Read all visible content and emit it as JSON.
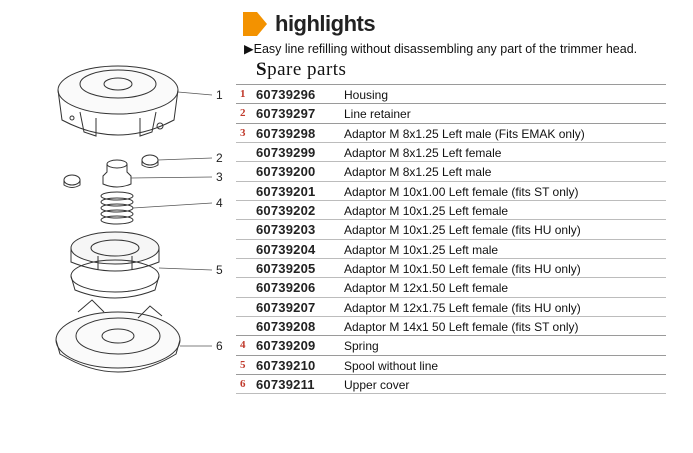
{
  "header": {
    "title": "highlights",
    "tag_color": "#f39200",
    "bullet": "▶Easy line refilling without disassembling any part of the trimmer head."
  },
  "spare_parts": {
    "title_cap": "S",
    "title_rest": "pare  parts"
  },
  "callouts": [
    "1",
    "2",
    "3",
    "4",
    "5",
    "6"
  ],
  "rows": [
    {
      "ref": "1",
      "code": "60739296",
      "desc": "Housing"
    },
    {
      "ref": "2",
      "code": "60739297",
      "desc": "Line retainer"
    },
    {
      "ref": "3",
      "code": "60739298",
      "desc": "Adaptor M 8x1.25 Left male (Fits EMAK only)"
    },
    {
      "ref": "",
      "code": "60739299",
      "desc": "Adaptor M 8x1.25 Left female"
    },
    {
      "ref": "",
      "code": "60739200",
      "desc": "Adaptor M 8x1.25 Left male"
    },
    {
      "ref": "",
      "code": "60739201",
      "desc": "Adaptor M 10x1.00 Left female (fits ST only)"
    },
    {
      "ref": "",
      "code": "60739202",
      "desc": "Adaptor M 10x1.25 Left female"
    },
    {
      "ref": "",
      "code": "60739203",
      "desc": "Adaptor M 10x1.25 Left female (fits HU only)"
    },
    {
      "ref": "",
      "code": "60739204",
      "desc": "Adaptor M 10x1.25 Left male"
    },
    {
      "ref": "",
      "code": "60739205",
      "desc": "Adaptor M 10x1.50 Left female (fits HU only)"
    },
    {
      "ref": "",
      "code": "60739206",
      "desc": "Adaptor M 12x1.50 Left female"
    },
    {
      "ref": "",
      "code": "60739207",
      "desc": "Adaptor M 12x1.75 Left female (fits HU only)"
    },
    {
      "ref": "",
      "code": "60739208",
      "desc": "Adaptor M 14x1 50 Left female (fits ST only)"
    },
    {
      "ref": "4",
      "code": "60739209",
      "desc": "Spring"
    },
    {
      "ref": "5",
      "code": "60739210",
      "desc": "Spool without line"
    },
    {
      "ref": "6",
      "code": "60739211",
      "desc": "Upper cover"
    }
  ]
}
